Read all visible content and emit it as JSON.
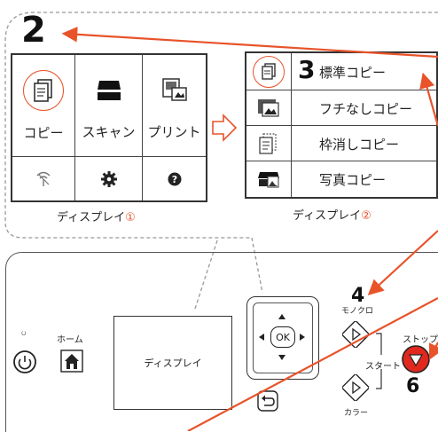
{
  "steps": {
    "two": "2",
    "three": "3",
    "four": "4",
    "six": "6"
  },
  "display1": {
    "caption_main": "ディスプレイ",
    "caption_num": "①",
    "row1": [
      "コピー",
      "スキャン",
      "プリント"
    ]
  },
  "display2": {
    "caption_main": "ディスプレイ",
    "caption_num": "②",
    "items": [
      "標準コピー",
      "フチなしコピー",
      "枠消しコピー",
      "写真コピー"
    ]
  },
  "printer": {
    "power_symbol": "ပ",
    "home_label": "ホーム",
    "display_label": "ディスプレイ",
    "ok_label": "OK",
    "mono_label": "モノクロ",
    "start_label": "スタート",
    "color_label": "カラー",
    "stop_label": "ストップ"
  },
  "colors": {
    "accent": "#e8532a",
    "stop_red": "#e0281e",
    "line": "#333333"
  },
  "icons": [
    "copy-icon",
    "scan-icon",
    "print-icon",
    "wireless-icon",
    "settings-icon",
    "help-icon",
    "arrow-right-icon",
    "power-icon",
    "home-icon",
    "back-icon"
  ]
}
